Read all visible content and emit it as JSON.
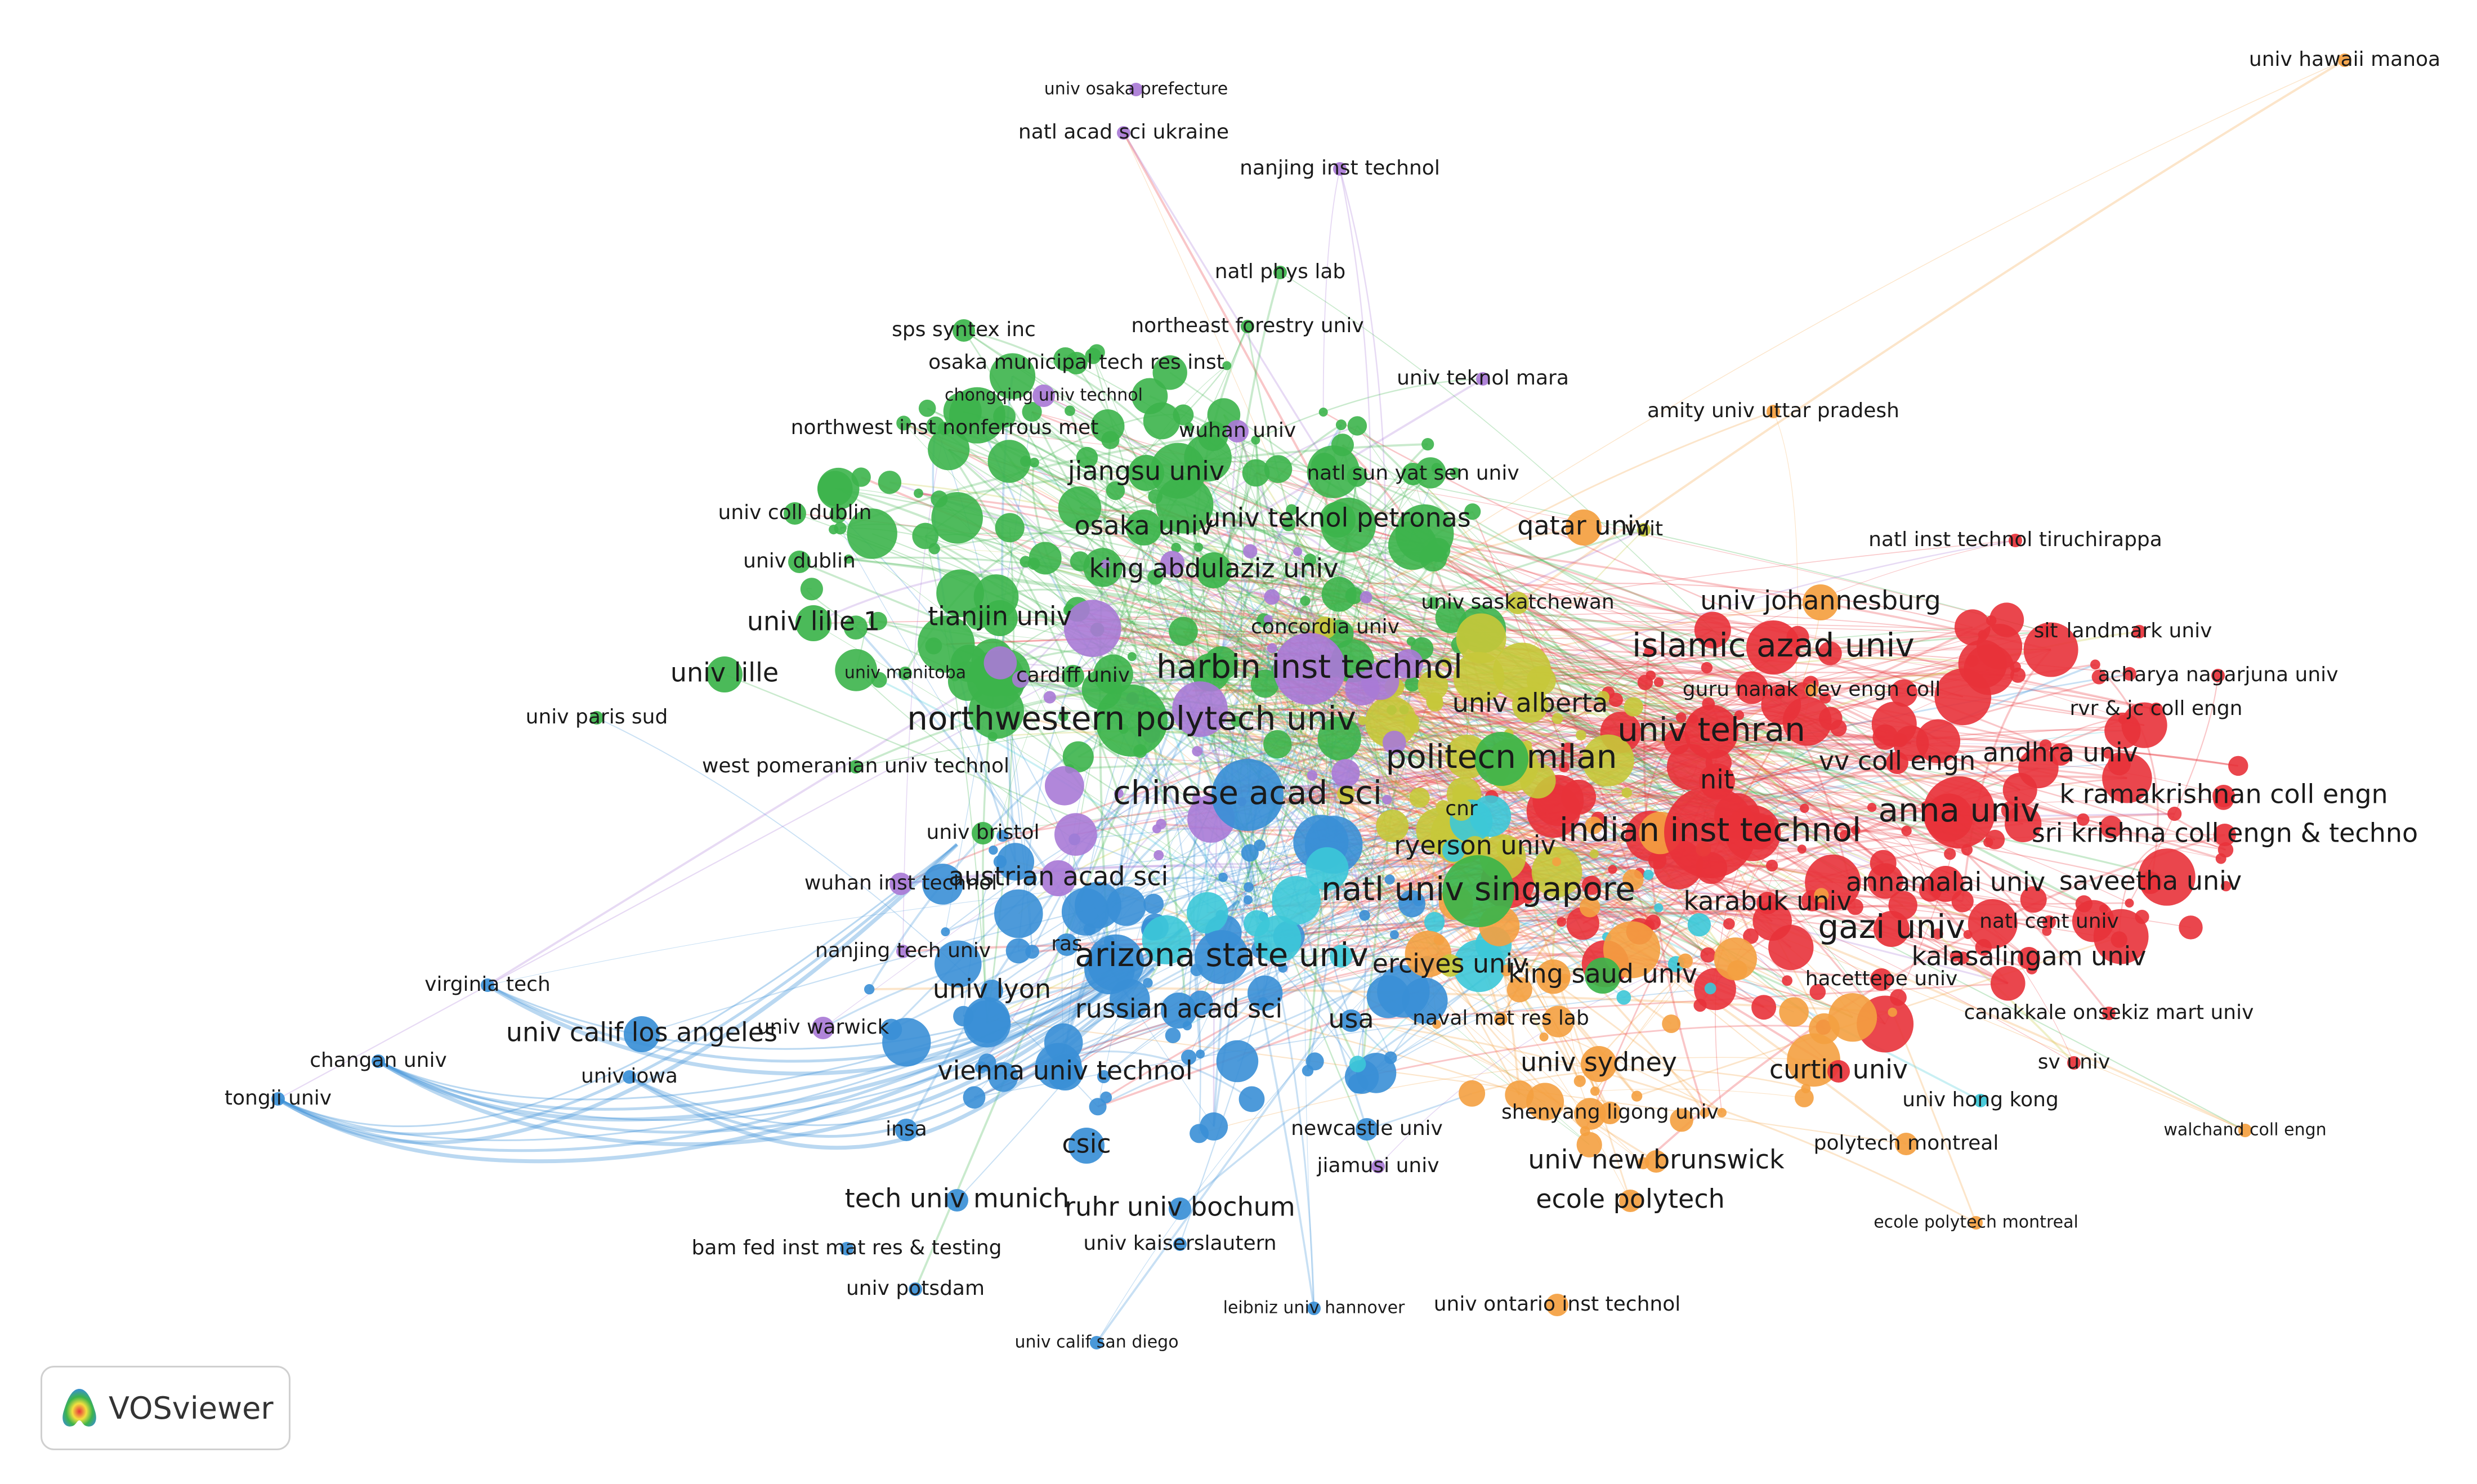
{
  "app": {
    "name": "VOSviewer",
    "icon": "vosviewer-logo-icon"
  },
  "clusters": {
    "red": "#e8323a",
    "green": "#3cb44b",
    "blue": "#3a8fd6",
    "yellow": "#c6c83a",
    "purple": "#a97ad6",
    "cyan": "#3cc8d8",
    "orange": "#f4a040"
  },
  "nodes": [
    {
      "label": "univ osaka prefecture",
      "cluster": "purple",
      "size": 1,
      "font": 1
    },
    {
      "label": "natl acad sci ukraine",
      "cluster": "purple",
      "size": 1,
      "font": 2
    },
    {
      "label": "nanjing inst technol",
      "cluster": "purple",
      "size": 1,
      "font": 2
    },
    {
      "label": "univ hawaii manoa",
      "cluster": "orange",
      "size": 1,
      "font": 2
    },
    {
      "label": "natl phys lab",
      "cluster": "green",
      "size": 1,
      "font": 2
    },
    {
      "label": "sps syntex inc",
      "cluster": "green",
      "size": 2,
      "font": 2
    },
    {
      "label": "northeast forestry univ",
      "cluster": "green",
      "size": 1,
      "font": 2
    },
    {
      "label": "osaka municipal tech res inst",
      "cluster": "green",
      "size": 2,
      "font": 2
    },
    {
      "label": "univ teknol mara",
      "cluster": "purple",
      "size": 1,
      "font": 2
    },
    {
      "label": "chongqing univ technol",
      "cluster": "purple",
      "size": 2,
      "font": 1
    },
    {
      "label": "amity univ uttar pradesh",
      "cluster": "orange",
      "size": 1,
      "font": 2
    },
    {
      "label": "northwest inst nonferrous met",
      "cluster": "green",
      "size": 1,
      "font": 2
    },
    {
      "label": "wuhan univ",
      "cluster": "purple",
      "size": 2,
      "font": 2
    },
    {
      "label": "jiangsu univ",
      "cluster": "green",
      "size": 3,
      "font": 3
    },
    {
      "label": "natl sun yat sen univ",
      "cluster": "green",
      "size": 2,
      "font": 2
    },
    {
      "label": "univ coll dublin",
      "cluster": "green",
      "size": 2,
      "font": 2
    },
    {
      "label": "osaka univ",
      "cluster": "green",
      "size": 3,
      "font": 3
    },
    {
      "label": "univ teknol petronas",
      "cluster": "green",
      "size": 3,
      "font": 3
    },
    {
      "label": "qatar univ",
      "cluster": "orange",
      "size": 3,
      "font": 3
    },
    {
      "label": "vnit",
      "cluster": "yellow",
      "size": 1,
      "font": 2
    },
    {
      "label": "natl inst technol tiruchirappa",
      "cluster": "red",
      "size": 1,
      "font": 2
    },
    {
      "label": "univ dublin",
      "cluster": "green",
      "size": 2,
      "font": 2
    },
    {
      "label": "king abdulaziz univ",
      "cluster": "green",
      "size": 3,
      "font": 3
    },
    {
      "label": "univ saskatchewan",
      "cluster": "yellow",
      "size": 2,
      "font": 2
    },
    {
      "label": "univ johannesburg",
      "cluster": "orange",
      "size": 3,
      "font": 3
    },
    {
      "label": "tianjin univ",
      "cluster": "green",
      "size": 3,
      "font": 3
    },
    {
      "label": "univ lille 1",
      "cluster": "green",
      "size": 3,
      "font": 3
    },
    {
      "label": "concordia univ",
      "cluster": "yellow",
      "size": 2,
      "font": 2
    },
    {
      "label": "sit",
      "cluster": "red",
      "size": 1,
      "font": 2
    },
    {
      "label": "landmark univ",
      "cluster": "red",
      "size": 1,
      "font": 2
    },
    {
      "label": "islamic azad univ",
      "cluster": "red",
      "size": 4,
      "font": 4
    },
    {
      "label": "harbin inst technol",
      "cluster": "purple",
      "size": 5,
      "font": 4
    },
    {
      "label": "acharya nagarjuna univ",
      "cluster": "red",
      "size": 1,
      "font": 2
    },
    {
      "label": "univ manitoba",
      "cluster": "green",
      "size": 1,
      "font": 1
    },
    {
      "label": "cardiff univ",
      "cluster": "green",
      "size": 2,
      "font": 2
    },
    {
      "label": "univ lille",
      "cluster": "green",
      "size": 3,
      "font": 3
    },
    {
      "label": "guru nanak dev engn coll",
      "cluster": "orange",
      "size": 1,
      "font": 2
    },
    {
      "label": "rvr & jc coll engn",
      "cluster": "red",
      "size": 1,
      "font": 2
    },
    {
      "label": "univ alberta",
      "cluster": "yellow",
      "size": 3,
      "font": 3
    },
    {
      "label": "univ paris sud",
      "cluster": "green",
      "size": 1,
      "font": 2
    },
    {
      "label": "northwestern polytech univ",
      "cluster": "green",
      "size": 5,
      "font": 4
    },
    {
      "label": "univ tehran",
      "cluster": "red",
      "size": 4,
      "font": 4
    },
    {
      "label": "andhra univ",
      "cluster": "red",
      "size": 2,
      "font": 3
    },
    {
      "label": "politecn milan",
      "cluster": "green",
      "size": 4,
      "font": 4
    },
    {
      "label": "vv coll engn",
      "cluster": "red",
      "size": 2,
      "font": 3
    },
    {
      "label": "west pomeranian univ technol",
      "cluster": "green",
      "size": 1,
      "font": 2
    },
    {
      "label": "nit",
      "cluster": "red",
      "size": 3,
      "font": 3
    },
    {
      "label": "chinese acad sci",
      "cluster": "blue",
      "size": 5,
      "font": 4
    },
    {
      "label": "k ramakrishnan coll engn",
      "cluster": "red",
      "size": 2,
      "font": 3
    },
    {
      "label": "anna univ",
      "cluster": "red",
      "size": 5,
      "font": 4
    },
    {
      "label": "cnr",
      "cluster": "yellow",
      "size": 2,
      "font": 2
    },
    {
      "label": "univ bristol",
      "cluster": "green",
      "size": 2,
      "font": 2
    },
    {
      "label": "indian inst technol",
      "cluster": "red",
      "size": 6,
      "font": 4
    },
    {
      "label": "sri krishna coll engn & techno",
      "cluster": "red",
      "size": 2,
      "font": 3
    },
    {
      "label": "ryerson univ",
      "cluster": "yellow",
      "size": 2,
      "font": 3
    },
    {
      "label": "austrian acad sci",
      "cluster": "purple",
      "size": 3,
      "font": 3
    },
    {
      "label": "wuhan inst technol",
      "cluster": "purple",
      "size": 2,
      "font": 2
    },
    {
      "label": "annamalai univ",
      "cluster": "red",
      "size": 3,
      "font": 3
    },
    {
      "label": "saveetha univ",
      "cluster": "red",
      "size": 2,
      "font": 3
    },
    {
      "label": "natl univ singapore",
      "cluster": "green",
      "size": 5,
      "font": 4
    },
    {
      "label": "karabuk univ",
      "cluster": "red",
      "size": 2,
      "font": 3
    },
    {
      "label": "gazi univ",
      "cluster": "red",
      "size": 3,
      "font": 4
    },
    {
      "label": "natl cent univ",
      "cluster": "red",
      "size": 1,
      "font": 2
    },
    {
      "label": "ras",
      "cluster": "blue",
      "size": 2,
      "font": 2
    },
    {
      "label": "nanjing tech univ",
      "cluster": "purple",
      "size": 1,
      "font": 2
    },
    {
      "label": "arizona state univ",
      "cluster": "blue",
      "size": 4,
      "font": 4
    },
    {
      "label": "erciyes univ",
      "cluster": "yellow",
      "size": 2,
      "font": 3
    },
    {
      "label": "king saud univ",
      "cluster": "green",
      "size": 3,
      "font": 3
    },
    {
      "label": "hacettepe univ",
      "cluster": "red",
      "size": 2,
      "font": 2
    },
    {
      "label": "kalasalingam univ",
      "cluster": "red",
      "size": 2,
      "font": 3
    },
    {
      "label": "virginia tech",
      "cluster": "blue",
      "size": 1,
      "font": 2
    },
    {
      "label": "univ lyon",
      "cluster": "blue",
      "size": 2,
      "font": 3
    },
    {
      "label": "russian acad sci",
      "cluster": "blue",
      "size": 3,
      "font": 3
    },
    {
      "label": "usa",
      "cluster": "blue",
      "size": 2,
      "font": 3
    },
    {
      "label": "naval mat res lab",
      "cluster": "orange",
      "size": 1,
      "font": 2
    },
    {
      "label": "canakkale onsekiz mart univ",
      "cluster": "red",
      "size": 1,
      "font": 2
    },
    {
      "label": "univ warwick",
      "cluster": "purple",
      "size": 2,
      "font": 2
    },
    {
      "label": "univ calif los angeles",
      "cluster": "blue",
      "size": 3,
      "font": 3
    },
    {
      "label": "changan univ",
      "cluster": "blue",
      "size": 1,
      "font": 2
    },
    {
      "label": "univ iowa",
      "cluster": "blue",
      "size": 1,
      "font": 2
    },
    {
      "label": "univ sydney",
      "cluster": "orange",
      "size": 3,
      "font": 3
    },
    {
      "label": "curtin univ",
      "cluster": "red",
      "size": 2,
      "font": 3
    },
    {
      "label": "sv univ",
      "cluster": "red",
      "size": 1,
      "font": 2
    },
    {
      "label": "tongji univ",
      "cluster": "blue",
      "size": 1,
      "font": 2
    },
    {
      "label": "vienna univ technol",
      "cluster": "blue",
      "size": 3,
      "font": 3
    },
    {
      "label": "shenyang ligong univ",
      "cluster": "orange",
      "size": 2,
      "font": 2
    },
    {
      "label": "univ hong kong",
      "cluster": "cyan",
      "size": 1,
      "font": 2
    },
    {
      "label": "insa",
      "cluster": "blue",
      "size": 2,
      "font": 2
    },
    {
      "label": "newcastle univ",
      "cluster": "blue",
      "size": 2,
      "font": 2
    },
    {
      "label": "polytech montreal",
      "cluster": "orange",
      "size": 2,
      "font": 2
    },
    {
      "label": "walchand coll engn",
      "cluster": "orange",
      "size": 1,
      "font": 1
    },
    {
      "label": "csic",
      "cluster": "blue",
      "size": 3,
      "font": 3
    },
    {
      "label": "jiamusi univ",
      "cluster": "purple",
      "size": 1,
      "font": 2
    },
    {
      "label": "univ new brunswick",
      "cluster": "orange",
      "size": 2,
      "font": 3
    },
    {
      "label": "tech univ munich",
      "cluster": "blue",
      "size": 2,
      "font": 3
    },
    {
      "label": "ruhr univ bochum",
      "cluster": "blue",
      "size": 2,
      "font": 3
    },
    {
      "label": "ecole polytech",
      "cluster": "orange",
      "size": 2,
      "font": 3
    },
    {
      "label": "bam fed inst mat res & testing",
      "cluster": "blue",
      "size": 1,
      "font": 2
    },
    {
      "label": "univ kaiserslautern",
      "cluster": "blue",
      "size": 1,
      "font": 2
    },
    {
      "label": "ecole polytech montreal",
      "cluster": "orange",
      "size": 1,
      "font": 1
    },
    {
      "label": "univ potsdam",
      "cluster": "blue",
      "size": 1,
      "font": 2
    },
    {
      "label": "leibniz univ hannover",
      "cluster": "blue",
      "size": 1,
      "font": 1
    },
    {
      "label": "univ ontario inst technol",
      "cluster": "orange",
      "size": 2,
      "font": 2
    },
    {
      "label": "univ calif san diego",
      "cluster": "blue",
      "size": 1,
      "font": 1
    }
  ]
}
